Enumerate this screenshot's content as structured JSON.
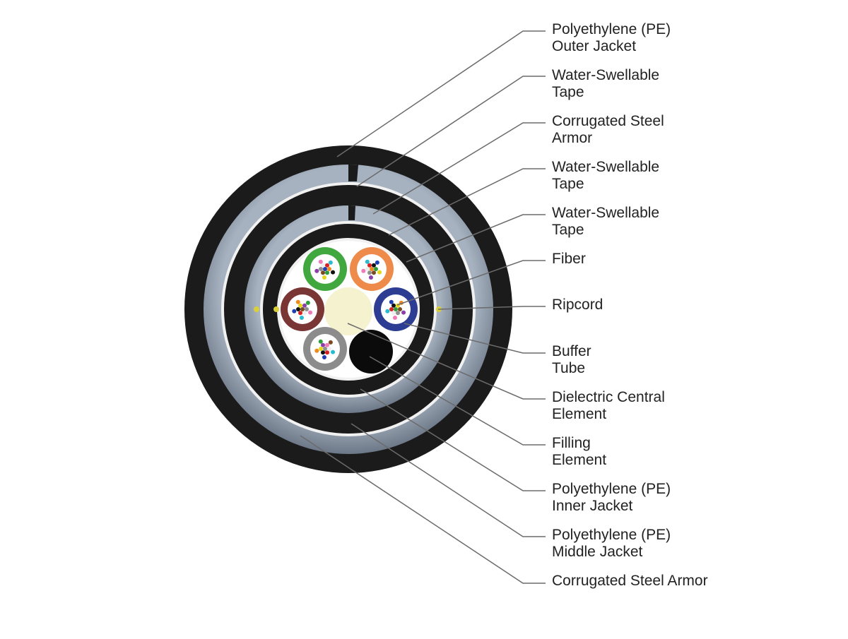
{
  "colors": {
    "jacket": "#1b1b1b",
    "armor": "#8d9aab",
    "armor_shadow": "#5d6878",
    "tape": "#f1f1f1",
    "leader": "#6b6b6b",
    "core": "#ffffff",
    "central_element": "#f4f2cf",
    "filling_element": "#0b0b0b",
    "ripcord": "#d9cf3a"
  },
  "buffer_tubes": [
    {
      "name": "green",
      "color": "#41a83f"
    },
    {
      "name": "orange",
      "color": "#ee8a4a"
    },
    {
      "name": "blue",
      "color": "#2d3d94"
    },
    {
      "name": "brown",
      "color": "#7a3535"
    },
    {
      "name": "gray",
      "color": "#8c8c8c"
    }
  ],
  "fiber_colors": [
    "#1f3fb5",
    "#f08a1c",
    "#2e9e3c",
    "#7a4a21",
    "#8f8f8f",
    "#eeeeee",
    "#d62222",
    "#111111",
    "#e5d81b",
    "#8b3fa8",
    "#f07ab8",
    "#2bbbd1"
  ],
  "labels": [
    {
      "key": "outer-jacket",
      "line1": "Polyethylene (PE)",
      "line2": "Outer Jacket"
    },
    {
      "key": "outer-water-tape",
      "line1": "Water-Swellable",
      "line2": "Tape"
    },
    {
      "key": "inner-armor",
      "line1": "Corrugated Steel",
      "line2": "Armor"
    },
    {
      "key": "middle-water-tape",
      "line1": "Water-Swellable",
      "line2": "Tape"
    },
    {
      "key": "inner-water-tape",
      "line1": "Water-Swellable",
      "line2": "Tape"
    },
    {
      "key": "fiber",
      "line1": "Fiber",
      "line2": ""
    },
    {
      "key": "ripcord",
      "line1": "Ripcord",
      "line2": ""
    },
    {
      "key": "buffer-tube",
      "line1": "Buffer",
      "line2": "Tube"
    },
    {
      "key": "dielectric-central-element",
      "line1": "Dielectric Central",
      "line2": "Element"
    },
    {
      "key": "filling-element",
      "line1": "Filling",
      "line2": "Element"
    },
    {
      "key": "inner-jacket",
      "line1": "Polyethylene (PE)",
      "line2": "Inner Jacket"
    },
    {
      "key": "middle-jacket",
      "line1": "Polyethylene (PE)",
      "line2": "Middle Jacket"
    },
    {
      "key": "outer-armor",
      "line1": "Corrugated Steel Armor",
      "line2": ""
    }
  ]
}
